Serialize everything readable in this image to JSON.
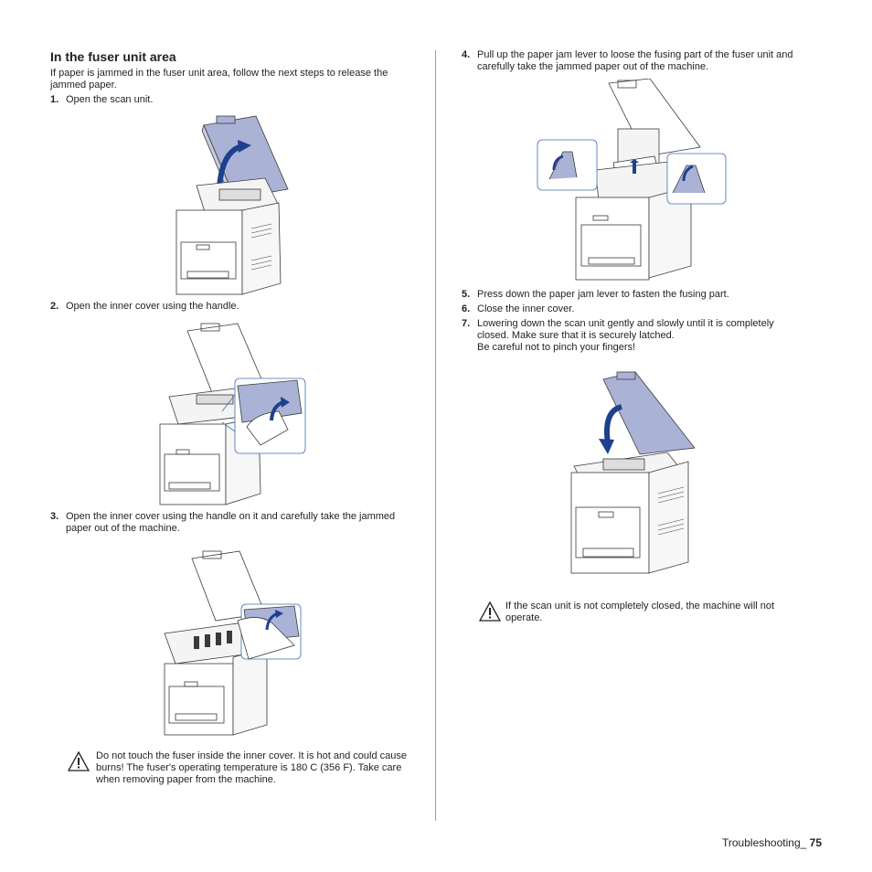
{
  "section": {
    "title": "In the fuser unit area",
    "intro": "If paper is jammed in the fuser unit area, follow the next steps to release the jammed paper."
  },
  "steps": [
    {
      "num": "1.",
      "text": "Open the scan unit."
    },
    {
      "num": "2.",
      "text": "Open the inner cover using the handle."
    },
    {
      "num": "3.",
      "text": "Open the inner cover using the handle on it and carefully take the jammed paper out of the machine."
    },
    {
      "num": "4.",
      "text": "Pull up the paper jam lever to loose the fusing part of the fuser unit and carefully take the jammed paper out of the machine."
    },
    {
      "num": "5.",
      "text": "Press down the paper jam lever to fasten the fusing part."
    },
    {
      "num": "6.",
      "text": "Close the inner cover."
    },
    {
      "num": "7.",
      "text": "Lowering down the scan unit gently and slowly until it is completely closed. Make sure that it is securely latched.",
      "extra": "Be careful not to pinch your fingers!"
    }
  ],
  "cautions": [
    {
      "icon": "warning-triangle-icon",
      "text": "Do not touch the fuser inside the inner cover. It is hot and could cause burns! The fuser's operating temperature is 180  C (356  F). Take care when removing paper from the machine."
    },
    {
      "icon": "warning-triangle-icon",
      "text": "If the scan unit is not completely closed, the machine will not operate."
    }
  ],
  "footer": {
    "chapter": "Troubleshooting_",
    "page": "75"
  },
  "colors": {
    "highlight": "#aab2d6",
    "arrow": "#1f3f8f",
    "line": "#3a3a3a"
  }
}
